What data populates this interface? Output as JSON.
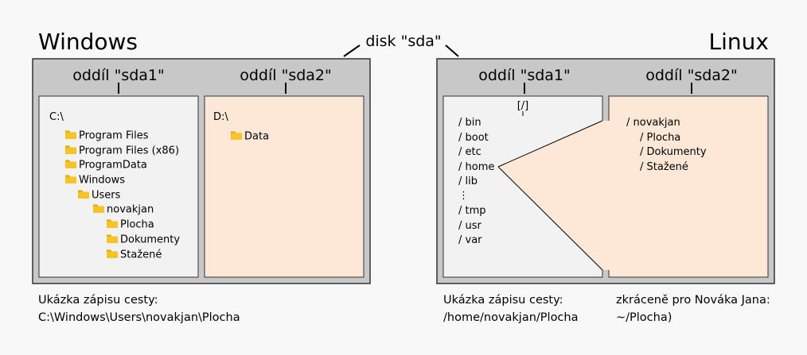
{
  "windows_title": "Windows",
  "linux_title": "Linux",
  "disk_label": "disk \"sda\"",
  "windows": {
    "sda1_label": "oddíl \"sda1\"",
    "sda2_label": "oddíl \"sda2\"",
    "drive_c": "C:\\",
    "drive_d": "D:\\",
    "c_tree": [
      "Program Files",
      "Program Files (x86)",
      "ProgramData",
      "Windows",
      "Users",
      "novakjan",
      "Plocha",
      "Dokumenty",
      "Stažené"
    ],
    "d_tree": [
      "Data"
    ],
    "caption_1": "Ukázka zápisu cesty:",
    "caption_2": "C:\\Windows\\Users\\novakjan\\Plocha"
  },
  "linux": {
    "sda1_label": "oddíl \"sda1\"",
    "sda2_label": "oddíl \"sda2\"",
    "root": "[/]",
    "root_tree": [
      "/ bin",
      "/ boot",
      "/ etc",
      "/ home",
      "/ lib",
      "⋮",
      "/ tmp",
      "/ usr",
      "/ var"
    ],
    "home_tree": [
      "/ novakjan",
      "/ Plocha",
      "/ Dokumenty",
      "/ Stažené"
    ],
    "caption_1": "Ukázka zápisu cesty:",
    "caption_2": "/home/novakjan/Plocha",
    "short_1": "zkráceně pro Nováka Jana:",
    "short_2": "~/Plocha)"
  },
  "colors": {
    "disk": "#c8c8c8",
    "partition1": "#f2f2f2",
    "partition2": "#fde7d6",
    "folder": "#f7c325",
    "folder_dark": "#e0a800"
  }
}
